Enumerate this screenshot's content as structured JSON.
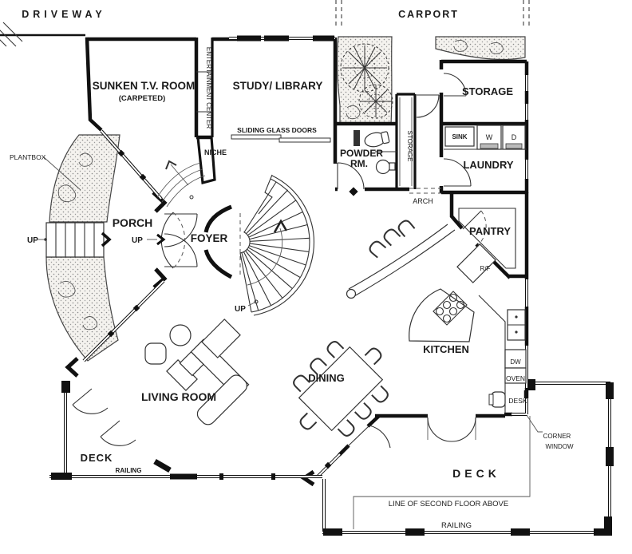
{
  "labels": {
    "driveway": "DRIVEWAY",
    "carport": "CARPORT",
    "plantbox": "PLANTBOX",
    "sunken_tv_room": "SUNKEN T.V. ROOM",
    "carpeted": "(CARPETED)",
    "entertainment_center": "ENTERTAINMENT CENTER",
    "study_library": "STUDY/ LIBRARY",
    "sliding_glass_doors": "SLIDING GLASS DOORS",
    "niche": "NICHE",
    "porch": "PORCH",
    "foyer": "FOYER",
    "up": "UP",
    "powder_room_line1": "POWDER",
    "powder_room_line2": "RM.",
    "storage": "STORAGE",
    "sink": "SINK",
    "washer": "W",
    "dryer": "D",
    "laundry": "LAUNDRY",
    "arch": "ARCH",
    "pantry": "PANTRY",
    "refrigerator": "R/F",
    "kitchen": "KITCHEN",
    "dishwasher": "DW",
    "oven": "OVEN",
    "desk": "DESK",
    "corner_window_line1": "CORNER",
    "corner_window_line2": "WINDOW",
    "living_room": "LIVING ROOM",
    "dining": "DINING",
    "deck": "DECK",
    "railing": "RAILING",
    "second_floor": "LINE OF SECOND FLOOR ABOVE"
  },
  "colors": {
    "ink": "#1b1b1b",
    "wall": "#111111",
    "stipple": "#8a8a8a",
    "paper": "#ffffff"
  }
}
